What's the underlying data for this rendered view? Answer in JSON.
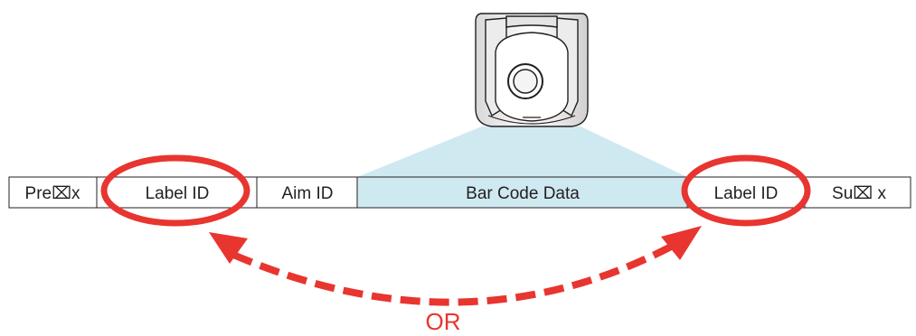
{
  "fields": [
    {
      "id": "prefix",
      "label": "Pre⌧x"
    },
    {
      "id": "label-id-left",
      "label": "Label ID"
    },
    {
      "id": "aim-id",
      "label": "Aim ID"
    },
    {
      "id": "bar-code-data",
      "label": "Bar Code Data"
    },
    {
      "id": "label-id-right",
      "label": "Label ID"
    },
    {
      "id": "suffix",
      "label": "Su⌧ x"
    }
  ],
  "or_label": "OR",
  "colors": {
    "highlight": "#e8352f",
    "scan_beam": "#cfe9f1",
    "data_field_fill": "#cfe9f1",
    "outline": "#231f20"
  },
  "icons": {
    "scanner": "barcode-scanner-icon",
    "arrow": "double-headed-dashed-arrow"
  }
}
